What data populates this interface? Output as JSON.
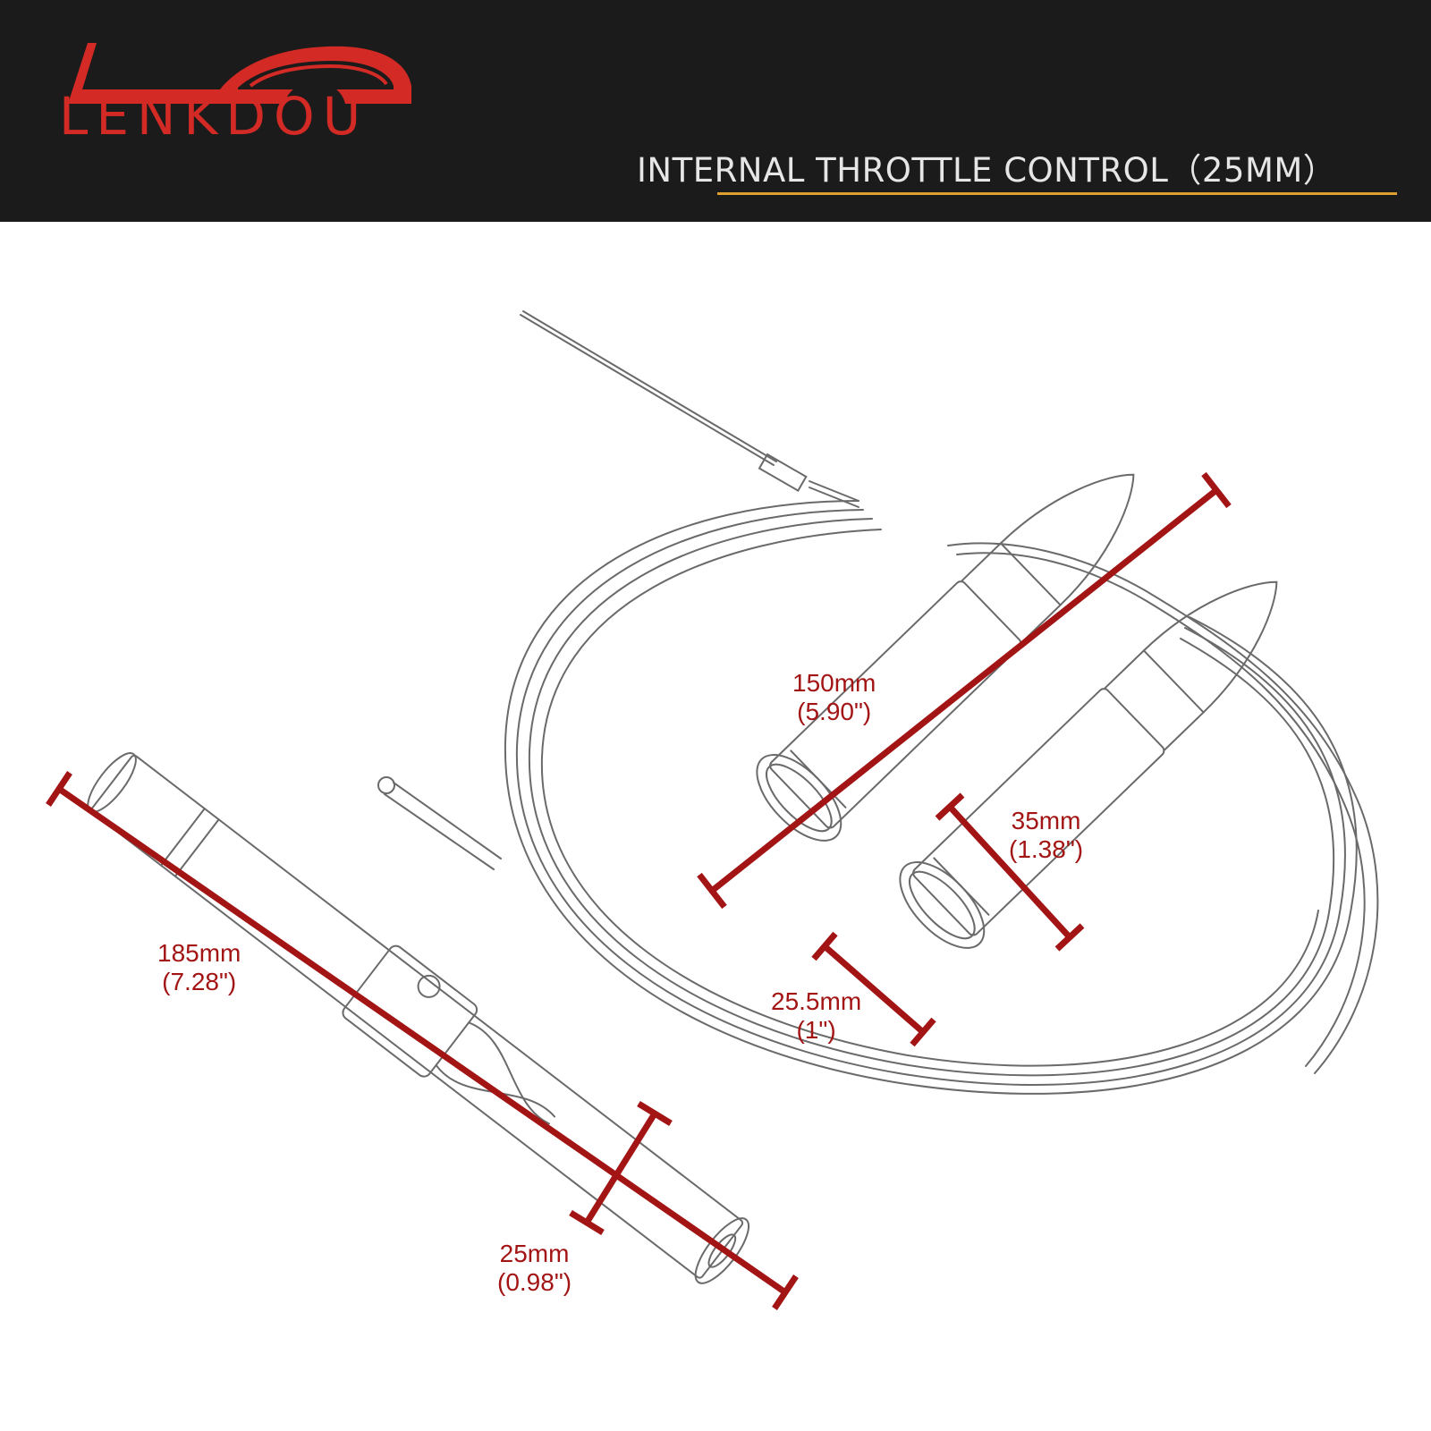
{
  "colors": {
    "header_bg": "#1b1b1b",
    "brand_red": "#d32a25",
    "title_text": "#e6e6e6",
    "title_underline": "#e0a030",
    "dimension": "#a31515",
    "line_art": "#6a6a6a"
  },
  "brand": {
    "name": "LENKDOU",
    "logo_icon": "car-silhouette-icon"
  },
  "header": {
    "title": "INTERNAL THROTTLE CONTROL（25MM）"
  },
  "dimensions": {
    "grip_length": {
      "metric": "150mm",
      "imperial": "(5.90\")"
    },
    "grip_diameter": {
      "metric": "35mm",
      "imperial": "(1.38\")"
    },
    "bore_diameter": {
      "metric": "25.5mm",
      "imperial": "(1\")"
    },
    "tube_length": {
      "metric": "185mm",
      "imperial": "(7.28\")"
    },
    "tube_diameter": {
      "metric": "25mm",
      "imperial": "(0.98\")"
    }
  }
}
